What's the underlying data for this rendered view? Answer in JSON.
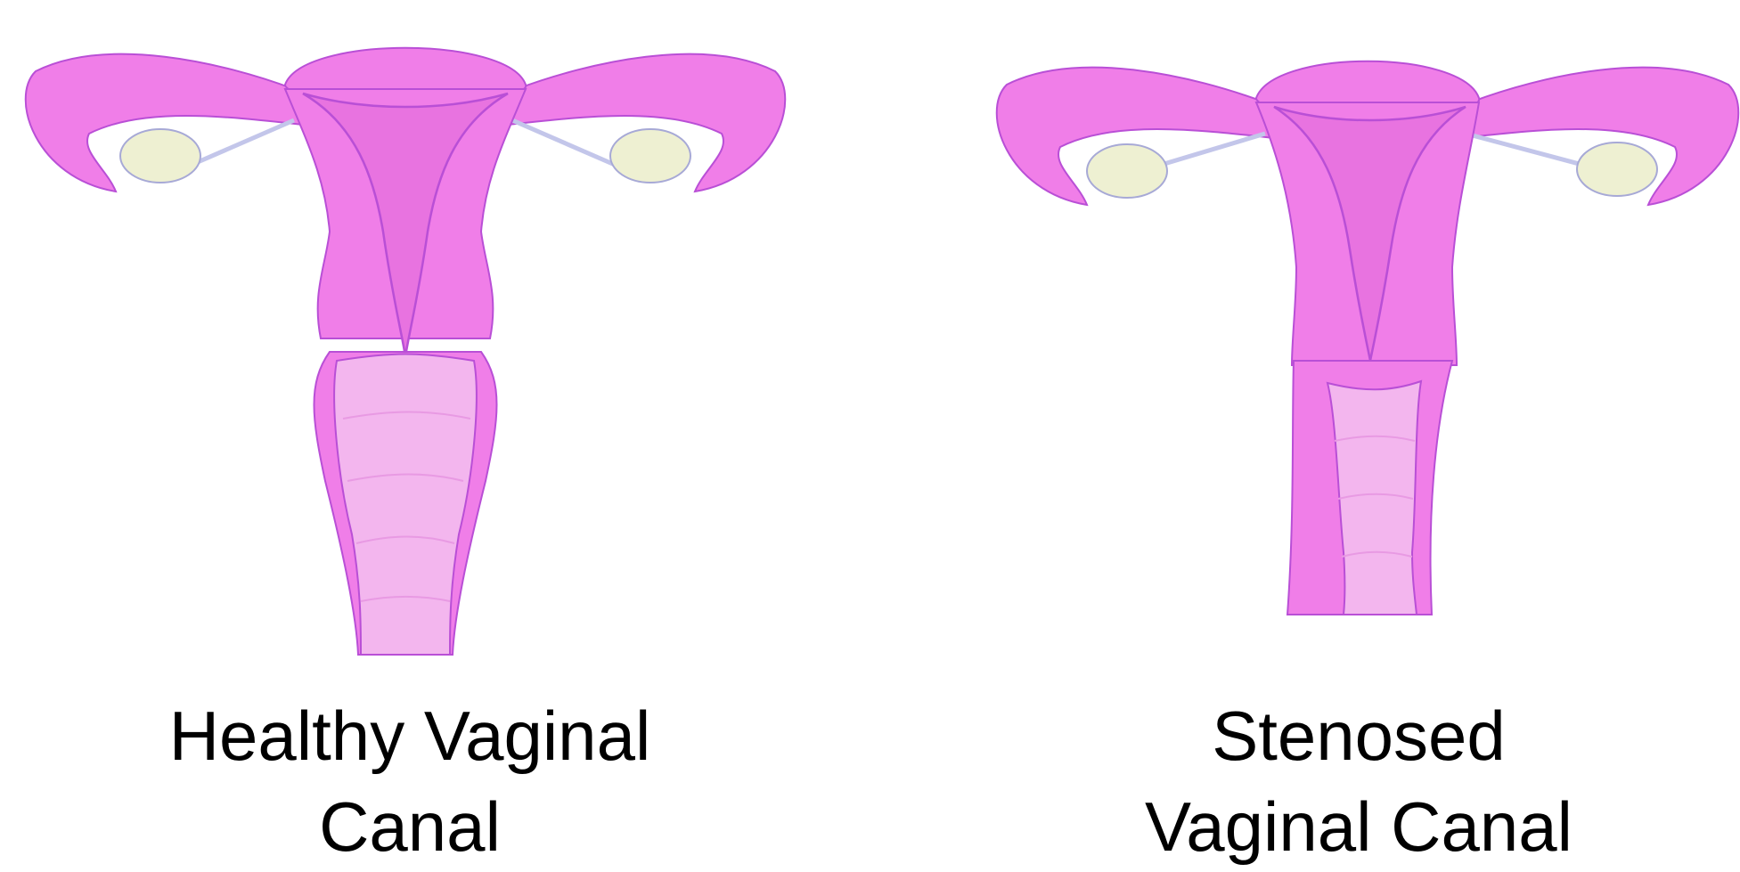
{
  "panels": [
    {
      "id": "healthy",
      "caption_lines": [
        "Healthy Vaginal",
        "Canal"
      ]
    },
    {
      "id": "stenosed",
      "caption_lines": [
        "Stenosed",
        "Vaginal Canal"
      ]
    }
  ],
  "colors": {
    "tissue": "#f07ee8",
    "tissue_light": "#f6a6f0",
    "outline": "#b94fd6",
    "canal": "#f3b6ee",
    "ovary": "#eef0d2",
    "ovary_outline": "#a7a9d6"
  }
}
